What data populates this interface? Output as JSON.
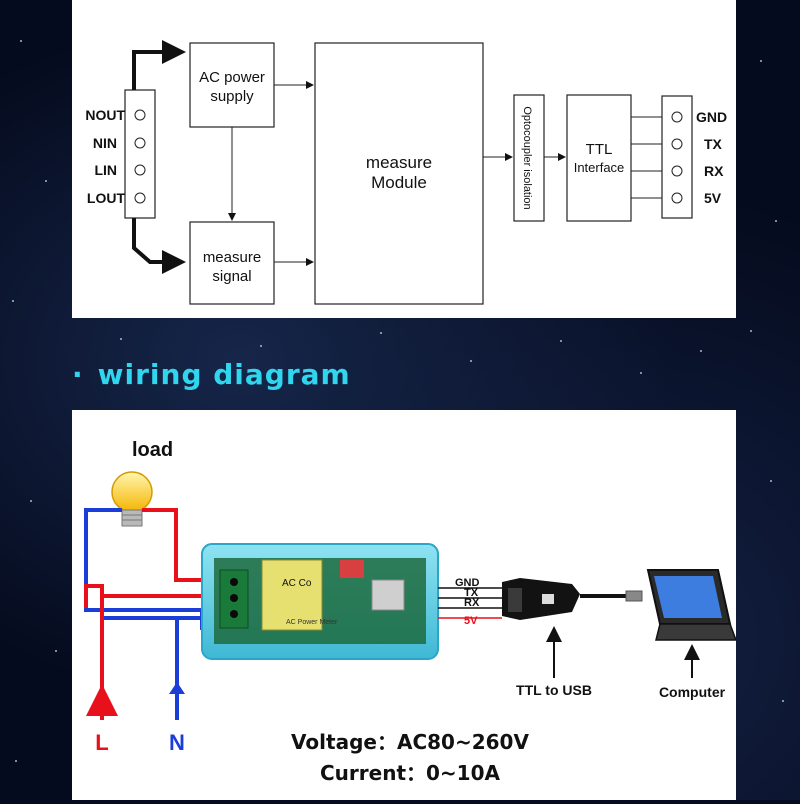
{
  "block_diagram": {
    "terminals_left": [
      "NOUT",
      "NIN",
      "LIN",
      "LOUT"
    ],
    "ac_power_supply": [
      "AC power",
      "supply"
    ],
    "measure_signal": [
      "measure",
      "signal"
    ],
    "measure_module": [
      "measure",
      "Module"
    ],
    "optocoupler": "Optocoupler isolation",
    "ttl_interface": [
      "TTL",
      "Interface"
    ],
    "terminals_right": [
      "GND",
      "TX",
      "RX",
      "5V"
    ]
  },
  "section_heading": "wiring diagram",
  "heading_dot": "·",
  "wiring": {
    "load_label": "load",
    "module_text": "AC Co",
    "module_subtext": "AC Power Meter",
    "signals": [
      "GND",
      "TX",
      "RX",
      "5V"
    ],
    "usb_label": "TTL to USB",
    "computer_label": "Computer",
    "line_label": "L",
    "neutral_label": "N",
    "voltage_label": "Voltage：AC80~260V",
    "current_label": "Current：0~10A",
    "colors": {
      "live": "#e8101a",
      "neutral": "#1c3ed8",
      "module": "#5fd0e6"
    }
  }
}
